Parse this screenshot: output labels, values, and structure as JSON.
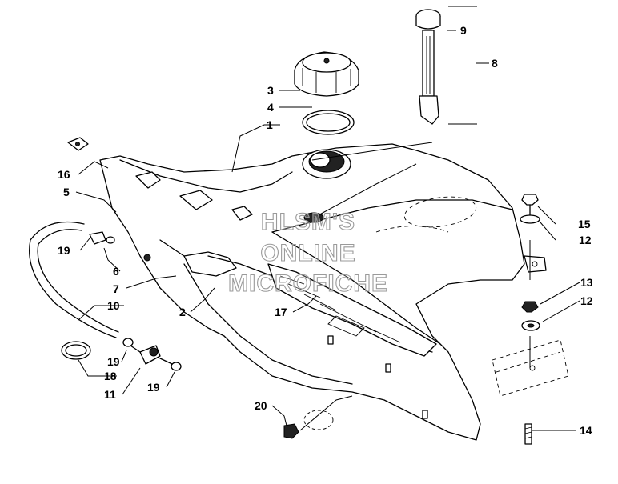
{
  "watermark": {
    "line1": "HLSM'S",
    "line2": "ONLINE",
    "line3": "MICROFICHE"
  },
  "callouts": [
    {
      "id": "c1",
      "label": "1"
    },
    {
      "id": "c2",
      "label": "2"
    },
    {
      "id": "c3",
      "label": "3"
    },
    {
      "id": "c4",
      "label": "4"
    },
    {
      "id": "c5",
      "label": "5"
    },
    {
      "id": "c6",
      "label": "6"
    },
    {
      "id": "c7",
      "label": "7"
    },
    {
      "id": "c8",
      "label": "8"
    },
    {
      "id": "c9",
      "label": "9"
    },
    {
      "id": "c10",
      "label": "10"
    },
    {
      "id": "c11",
      "label": "11"
    },
    {
      "id": "c12a",
      "label": "12"
    },
    {
      "id": "c12b",
      "label": "12"
    },
    {
      "id": "c13",
      "label": "13"
    },
    {
      "id": "c14",
      "label": "14"
    },
    {
      "id": "c15",
      "label": "15"
    },
    {
      "id": "c16",
      "label": "16"
    },
    {
      "id": "c17",
      "label": "17"
    },
    {
      "id": "c18",
      "label": "18"
    },
    {
      "id": "c19a",
      "label": "19"
    },
    {
      "id": "c19b",
      "label": "19"
    },
    {
      "id": "c19c",
      "label": "19"
    },
    {
      "id": "c20",
      "label": "20"
    }
  ]
}
